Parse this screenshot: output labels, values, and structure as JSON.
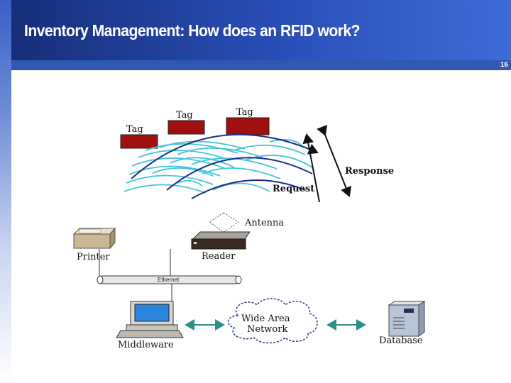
{
  "slide": {
    "title": "Inventory Management: How does an RFID  work?",
    "number": "16"
  },
  "diagram": {
    "tags": [
      "Tag",
      "Tag",
      "Tag"
    ],
    "response": "Response",
    "request": "Request",
    "antenna": "Antenna",
    "reader": "Reader",
    "printer": "Printer",
    "ethernet": "Ethernet",
    "middleware": "Middleware",
    "wan_line1": "Wide Area",
    "wan_line2": "Network",
    "database": "Database"
  },
  "colors": {
    "tag": "#a01010",
    "wave": "#44c4d8",
    "arc": "#1a2f8a",
    "arrow": "#2c8f8a"
  }
}
